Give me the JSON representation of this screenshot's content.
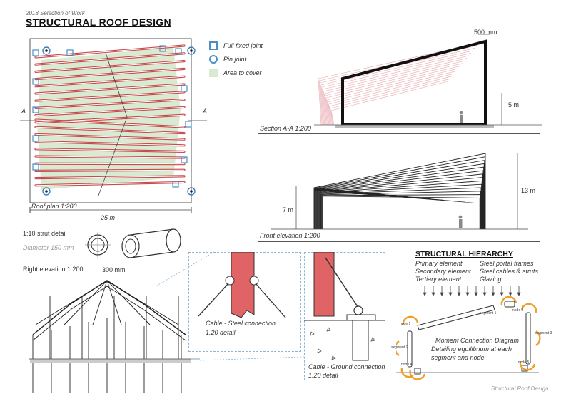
{
  "header": {
    "subtitle": "2018 Selection of Work",
    "title": "STRUCTURAL ROOF DESIGN"
  },
  "legend": {
    "items": [
      {
        "label": "Full fixed joint",
        "icon": "square-joint-icon"
      },
      {
        "label": "Pin joint",
        "icon": "circle-joint-icon"
      },
      {
        "label": "Area to cover",
        "icon": "area-swatch-icon"
      }
    ],
    "colors": {
      "joint": "#4a90c8",
      "area": "#d8ead2",
      "beam": "#c9494a"
    }
  },
  "roof_plan": {
    "label": "Roof plan 1:200",
    "section_mark": "A",
    "width_dim": "25 m"
  },
  "section": {
    "label": "Section A-A 1:200",
    "top_dim": "500 mm",
    "height_dim": "5 m"
  },
  "front_elevation": {
    "label": "Front elevation 1:200",
    "left_dim": "7 m",
    "right_dim": "13 m"
  },
  "strut_detail": {
    "label": "1:10 strut detail",
    "diameter": "Diameter 150 mm"
  },
  "right_elevation": {
    "label": "Right elevation 1:200",
    "top_dim": "300 mm"
  },
  "cable_steel": {
    "label_line1": "Cable - Steel connection",
    "label_line2": "1.20 detail"
  },
  "cable_ground": {
    "label_line1": "Cable - Ground connection",
    "label_line2": "1.20 detail"
  },
  "hierarchy": {
    "title": "STRUCTURAL HIERARCHY",
    "rows": [
      {
        "element": "Primary element",
        "type": "Steel portal frames"
      },
      {
        "element": "Secondary element",
        "type": "Steel cables & struts"
      },
      {
        "element": "Tertiary element",
        "type": "Glazing"
      }
    ]
  },
  "moment_diagram": {
    "line1": "Moment Connection Diagram",
    "line2": "Detailing equilibrium at each",
    "line3": "segment and node.",
    "tags": [
      "node 1",
      "node 2",
      "segment 1",
      "segment 2",
      "segment 3",
      "node 4",
      "node 5"
    ]
  },
  "footer": {
    "caption": "Structural Roof Design"
  }
}
